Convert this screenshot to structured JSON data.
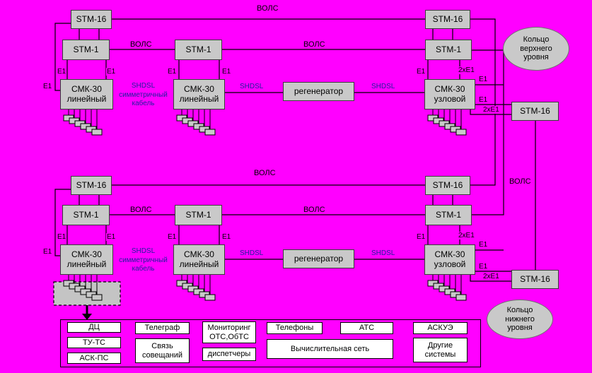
{
  "colors": {
    "background": "#ff00ff",
    "box_fill": "#c9c9c9",
    "box_border": "#3b3b3b",
    "line": "#000000",
    "shdsl_text": "#1f1f9c",
    "service_fill": "#ffffff"
  },
  "labels": {
    "stm16": "STM-16",
    "stm1": "STM-1",
    "smk30_line": "СМК-30\nлинейный",
    "smk30_node": "СМК-30\nузловой",
    "regenerator": "регенератор",
    "vols": "ВОЛС",
    "e1": "E1",
    "e1_double": "2xE1",
    "shdsl": "SHDSL",
    "shdsl_cable": "SHDSL\nсимметричный\nкабель",
    "ring_upper": "Кольцо\nверхнего\nуровня",
    "ring_lower": "Кольцо\nнижнего\nуровня"
  },
  "services": {
    "dc": "ДЦ",
    "tu_ts": "ТУ-ТС",
    "ask_ps": "АСК-ПС",
    "telegraph": "Телеграф",
    "conference": "Связь\nсовещаний",
    "monitoring": "Мониторинг\nОТС,ОбТС",
    "dispatchers": "диспетчеры",
    "phones": "Телефоны",
    "computing": "Вычислительная сеть",
    "ats": "АТС",
    "askue": "АСКУЭ",
    "other": "Другие\nсистемы"
  }
}
